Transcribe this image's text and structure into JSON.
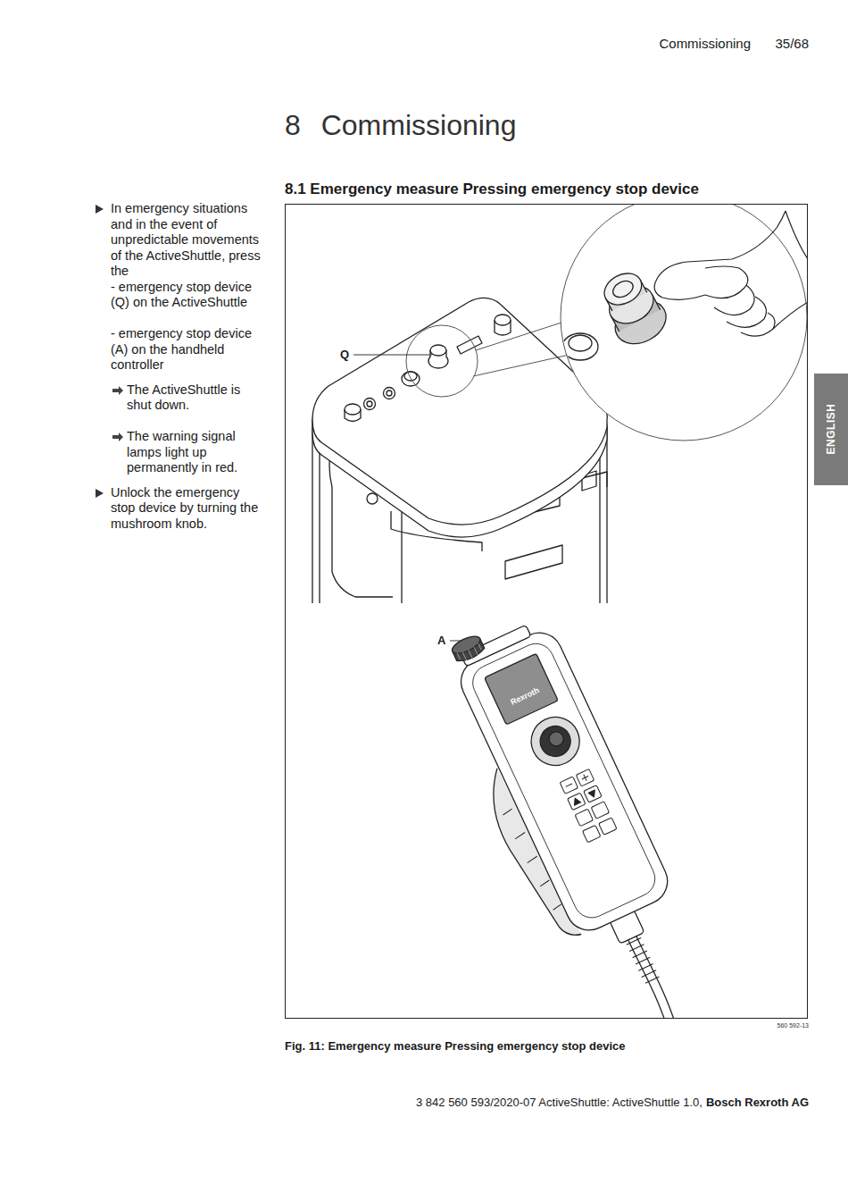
{
  "diagram": {
    "title": "8 Commissioning",
    "caption": "Fig. 11: Emergency measure Pressing emergency stop device",
    "labels": [
      "Commissioning",
      "35/68",
      "8.1 Emergency measure Pressing emergency stop device",
      "In emergency situations and in the event of unpredictable movements of the ActiveShuttle, press the",
      "- emergency stop device (Q) on the ActiveShuttle",
      "- emergency stop device (A) on the handheld controller",
      "The ActiveShuttle is shut down.",
      "The warning signal lamps light up permanently in red.",
      "Unlock the emergency stop device by turning the mushroom knob.",
      "ENGLISH",
      "Q",
      "A",
      "Rexroth",
      "560 592-13",
      "3 842 560 593/2020-07 ActiveShuttle: ActiveShuttle 1.0,",
      "Bosch Rexroth AG"
    ]
  }
}
